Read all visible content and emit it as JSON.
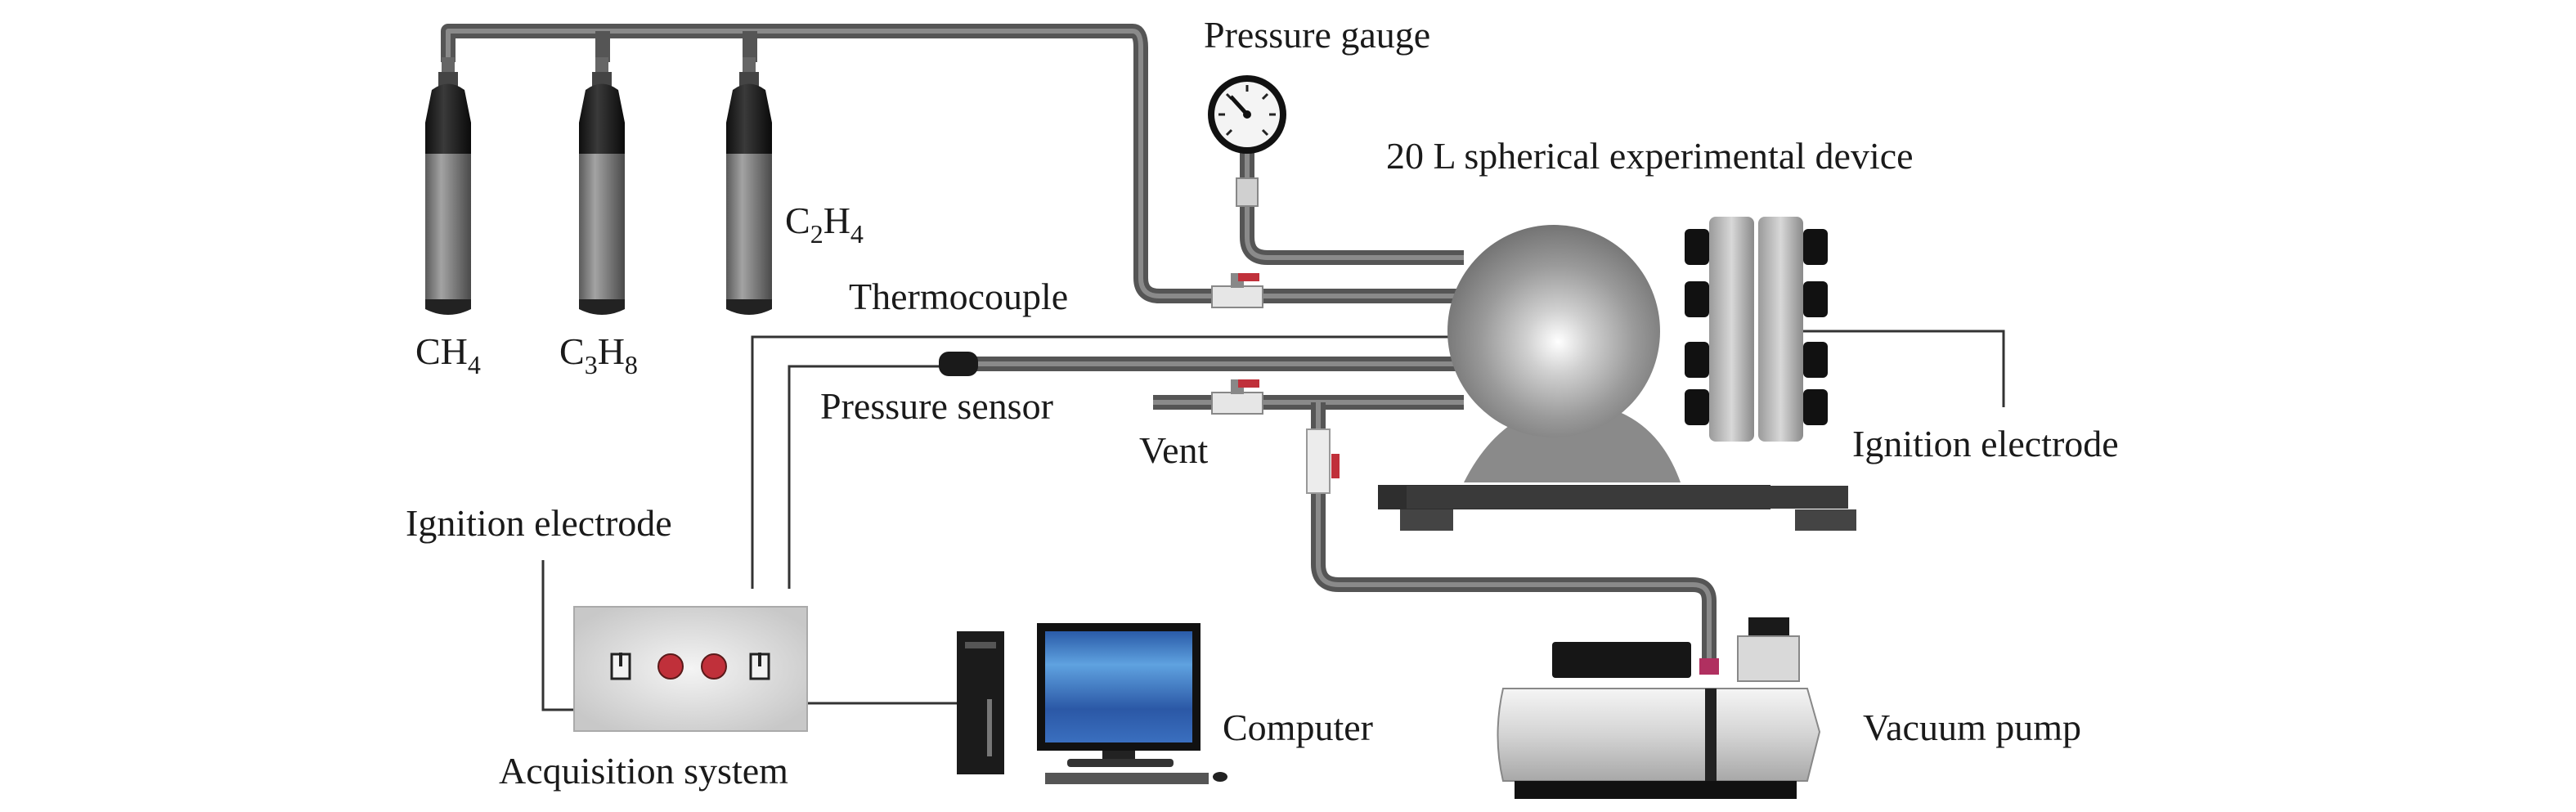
{
  "labels": {
    "pressure_gauge": "Pressure gauge",
    "device": "20 L spherical experimental device",
    "thermocouple": "Thermocouple",
    "pressure_sensor": "Pressure sensor",
    "vent": "Vent",
    "ignition_electrode_right": "Ignition electrode",
    "ignition_electrode_left": "Ignition electrode",
    "acquisition_system": "Acquisition system",
    "computer": "Computer",
    "vacuum_pump": "Vacuum pump"
  },
  "cylinders": [
    {
      "label_main": "CH",
      "label_sub": "4"
    },
    {
      "label_main": "C",
      "label_sub1": "3",
      "label_mid": "H",
      "label_sub2": "8"
    },
    {
      "label_main": "C",
      "label_sub1": "2",
      "label_mid": "H",
      "label_sub2": "4"
    }
  ],
  "colors": {
    "pipe": "#555555",
    "cylinder_body": "#8c8c8c",
    "cylinder_top": "#1e1e1e",
    "valve_red": "#c0303a",
    "monitor_screen": "#2f5fa8",
    "panel": "#dcdcdc"
  }
}
